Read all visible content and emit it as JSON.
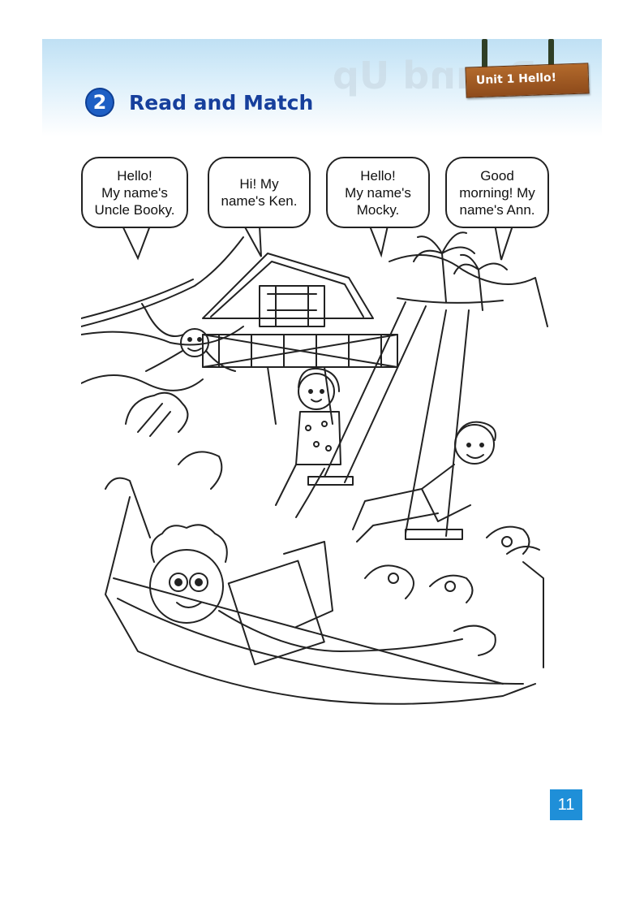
{
  "header": {
    "watermark": "Round Up",
    "unit_label": "Unit 1  Hello!"
  },
  "exercise": {
    "number": "2",
    "title": "Read and Match"
  },
  "bubbles": [
    {
      "text": "Hello!\nMy name's\nUncle Booky."
    },
    {
      "text": "Hi! My\nname's Ken."
    },
    {
      "text": "Hello!\nMy name's\nMocky."
    },
    {
      "text": "Good\nmorning! My\nname's Ann."
    }
  ],
  "page_number": "11"
}
